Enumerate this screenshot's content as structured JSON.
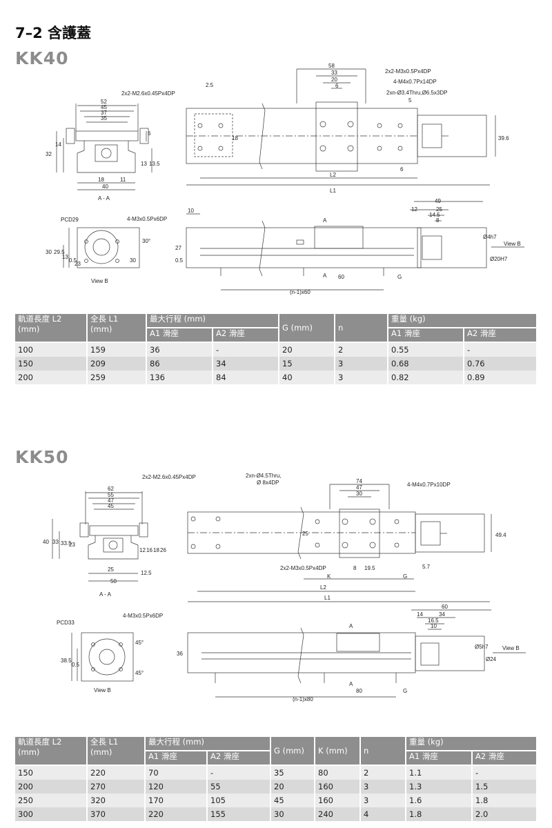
{
  "section_title": "7–2 含護蓋",
  "kk40": {
    "model": "KK40",
    "callouts": {
      "top_m3": "2x2-M3x0.5Px4DP",
      "top_m4": "4-M4x0.7Px14DP",
      "top_thru": "2xn-Ø3.4Thru,Ø6.5x3DP",
      "left_m26": "2x2-M2.6x0.45Px4DP",
      "pcd": "PCD29",
      "pcd_tap": "4-M3x0.5Px6DP",
      "view_b": "View B",
      "section_aa": "A - A",
      "a_top": "A",
      "a_bot": "A",
      "l1": "L1",
      "l2": "L2",
      "g": "G",
      "pitch": "(n-1)x60"
    },
    "dims": {
      "d58": "58",
      "d33": "33",
      "d20": "20",
      "d6a": "6",
      "d2_5": "2.5",
      "d5": "5",
      "d18": "18",
      "d6b": "6",
      "d39_6": "39.6",
      "w52": "52",
      "w45": "45",
      "w37": "37",
      "w35": "35",
      "h6": "6",
      "h32": "32",
      "h14": "14",
      "h13": "13",
      "h13_5": "13.5",
      "b18": "18",
      "b11": "11",
      "b40": "40",
      "s49": "49",
      "s12": "12",
      "s25": "25",
      "s14_5": "14.5",
      "s8": "8",
      "s10": "10",
      "s60": "60",
      "h27": "27",
      "h0_5": "0.5",
      "d4h7": "Ø4h7",
      "d20h7": "Ø20H7",
      "v30": "30",
      "v29_5": "29.5",
      "v13": "13",
      "v0_5": "0.5",
      "v23": "23",
      "v30a": "30",
      "v30b": "30°"
    },
    "table": {
      "headers": {
        "rail_length": "軌道長度 L2\n(mm)",
        "total_length": "全長 L1\n(mm)",
        "max_stroke": "最大行程 (mm)",
        "a1": "A1 滑座",
        "a2": "A2 滑座",
        "g": "G (mm)",
        "n": "n",
        "weight": "重量 (kg)",
        "wa1": "A1 滑座",
        "wa2": "A2 滑座"
      },
      "rows": [
        [
          "100",
          "159",
          "36",
          "-",
          "20",
          "2",
          "0.55",
          "-"
        ],
        [
          "150",
          "209",
          "86",
          "34",
          "15",
          "3",
          "0.68",
          "0.76"
        ],
        [
          "200",
          "259",
          "136",
          "84",
          "40",
          "3",
          "0.82",
          "0.89"
        ]
      ]
    }
  },
  "kk50": {
    "model": "KK50",
    "callouts": {
      "left_m26": "2x2-M2.6x0.45Px4DP",
      "thru": "2xn-Ø4.5Thru,",
      "thru2": "Ø 8x4DP",
      "m4": "4-M4x0.7Px10DP",
      "m3": "2x2-M3x0.5Px4DP",
      "pcd": "PCD33",
      "pcd_tap": "4-M3x0.5Px6DP",
      "view_b": "View B",
      "section_aa": "A - A",
      "a_top": "A",
      "a_bot": "A",
      "k": "K",
      "l1": "L1",
      "l2": "L2",
      "g": "G",
      "pitch": "(n-1)x80"
    },
    "dims": {
      "d74": "74",
      "d47": "47",
      "d30": "30",
      "d25": "25",
      "d8": "8",
      "d19_5": "19.5",
      "d5_7": "5.7",
      "d49_4": "49.4",
      "w62": "62",
      "w55": "55",
      "w47": "47",
      "w45": "45",
      "h40": "40",
      "h33": "33",
      "h33_5": "33.5",
      "h23": "23",
      "h12": "12",
      "h16": "16",
      "h18": "18",
      "h26": "26",
      "b25": "25",
      "b12_5": "12.5",
      "b50": "50",
      "s60": "60",
      "s14": "14",
      "s34": "34",
      "s16_5": "16.5",
      "s10": "10",
      "s80": "80",
      "h36": "36",
      "d5h7": "Ø5h7",
      "d24": "Ø24",
      "v38_5": "38.5",
      "v0_5": "0.5",
      "v45a": "45°",
      "v45b": "45°"
    },
    "table": {
      "headers": {
        "rail_length": "軌道長度 L2\n(mm)",
        "total_length": "全長 L1\n(mm)",
        "max_stroke": "最大行程 (mm)",
        "a1": "A1 滑座",
        "a2": "A2 滑座",
        "g": "G (mm)",
        "k": "K (mm)",
        "n": "n",
        "weight": "重量 (kg)",
        "wa1": "A1 滑座",
        "wa2": "A2 滑座"
      },
      "rows": [
        [
          "150",
          "220",
          "70",
          "-",
          "35",
          "80",
          "2",
          "1.1",
          "-"
        ],
        [
          "200",
          "270",
          "120",
          "55",
          "20",
          "160",
          "3",
          "1.3",
          "1.5"
        ],
        [
          "250",
          "320",
          "170",
          "105",
          "45",
          "160",
          "3",
          "1.6",
          "1.8"
        ],
        [
          "300",
          "370",
          "220",
          "155",
          "30",
          "240",
          "4",
          "1.8",
          "2.0"
        ]
      ]
    }
  }
}
